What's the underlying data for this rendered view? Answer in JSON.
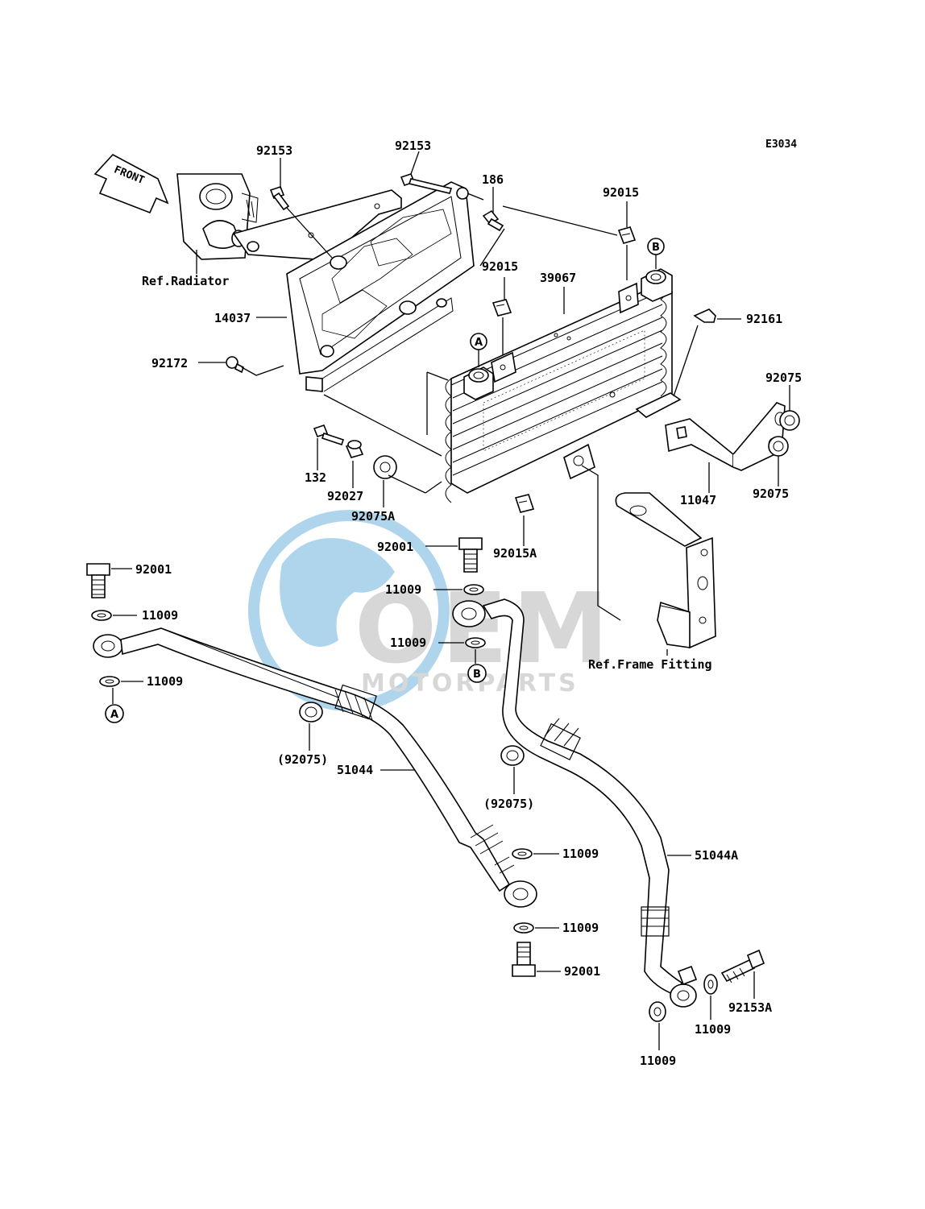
{
  "diagram_code": "E3034",
  "front_label": "FRONT",
  "ref_labels": {
    "radiator": "Ref.Radiator",
    "frame_fitting": "Ref.Frame Fitting"
  },
  "watermark": {
    "brand": "OEM",
    "sub": "MOTORPARTS",
    "color_blue": "#6cb4dc",
    "color_gray": "#b8b8b8"
  },
  "connectors": {
    "A": "A",
    "B": "B"
  },
  "parts": {
    "p92153_left": "92153",
    "p92153_mid": "92153",
    "p186": "186",
    "p92015_top": "92015",
    "p92015_mid": "92015",
    "p39067": "39067",
    "p14037": "14037",
    "p92161": "92161",
    "p92172": "92172",
    "p92075_r1": "92075",
    "p92075_r2": "92075",
    "p132": "132",
    "p92027": "92027",
    "p92075A": "92075A",
    "p11047": "11047",
    "p92015A": "92015A",
    "p92001_left": "92001",
    "p92001_mid": "92001",
    "p11009_l1": "11009",
    "p11009_l2": "11009",
    "p11009_m1": "11009",
    "p11009_m2": "11009",
    "p92075_par1": "(92075)",
    "p92075_par2": "(92075)",
    "p51044": "51044",
    "p51044A": "51044A",
    "p11009_b1": "11009",
    "p11009_b2": "11009",
    "p92001_bot": "92001",
    "p92153A": "92153A",
    "p11009_r1": "11009",
    "p11009_r2": "11009"
  }
}
